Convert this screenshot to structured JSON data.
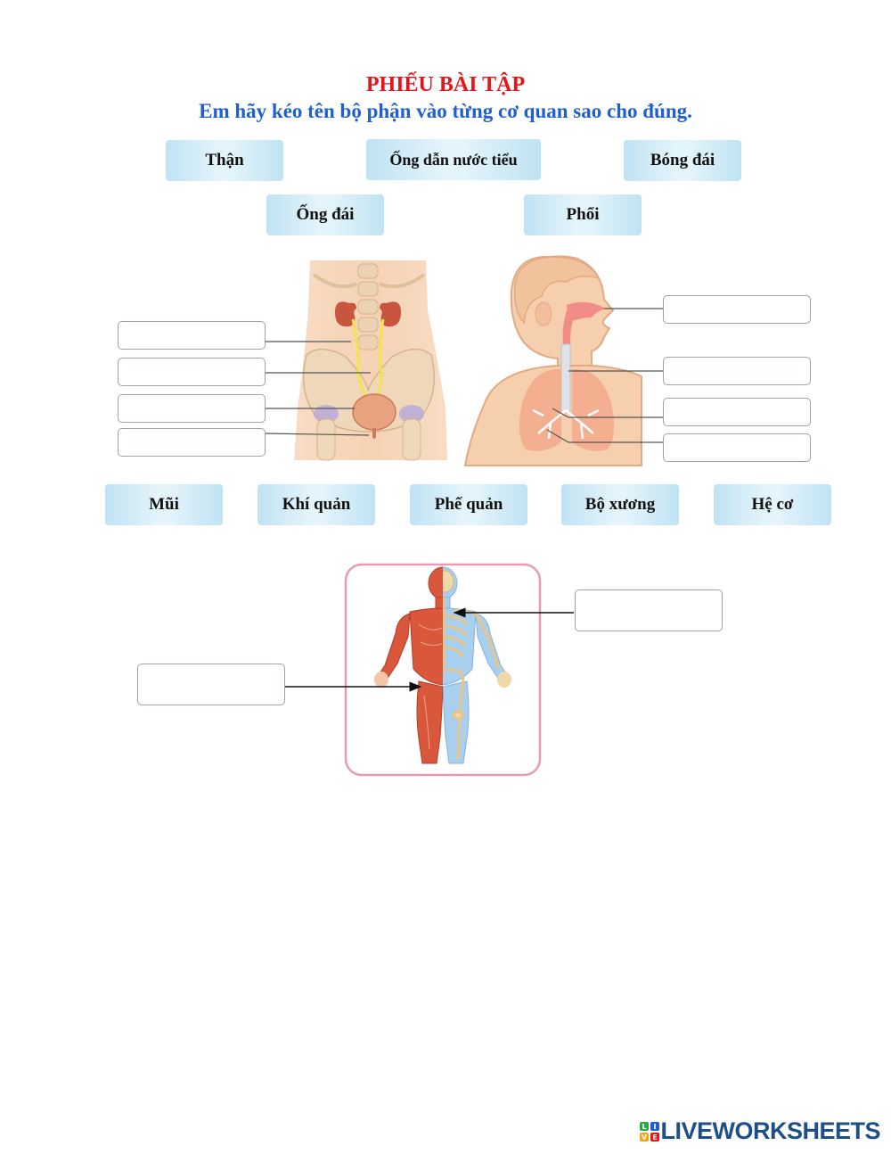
{
  "header": {
    "title": "PHIẾU BÀI TẬP",
    "instruction": "Em hãy kéo tên bộ phận vào từng cơ quan sao cho đúng."
  },
  "word_bank_1": [
    "Thận",
    "Ống dẫn nước tiểu",
    "Bóng đái",
    "Ống đái",
    "Phổi"
  ],
  "word_bank_2": [
    "Mũi",
    "Khí quản",
    "Phế quản",
    "Bộ xương",
    "Hệ cơ"
  ],
  "illustrations": {
    "urinary": "urinary-system-illustration",
    "respiratory": "respiratory-system-illustration",
    "body": "muscle-skeleton-illustration"
  },
  "colors": {
    "title": "#e8141c",
    "instruction": "#1f5fd0",
    "chip_edge": "#bfe3f3",
    "chip_center": "#e4f4fb",
    "frame_pink": "#e89bb0"
  },
  "brand": {
    "name": "LIVEWORKSHEETS",
    "tile_letters": [
      "L",
      "I",
      "V",
      "E"
    ]
  }
}
